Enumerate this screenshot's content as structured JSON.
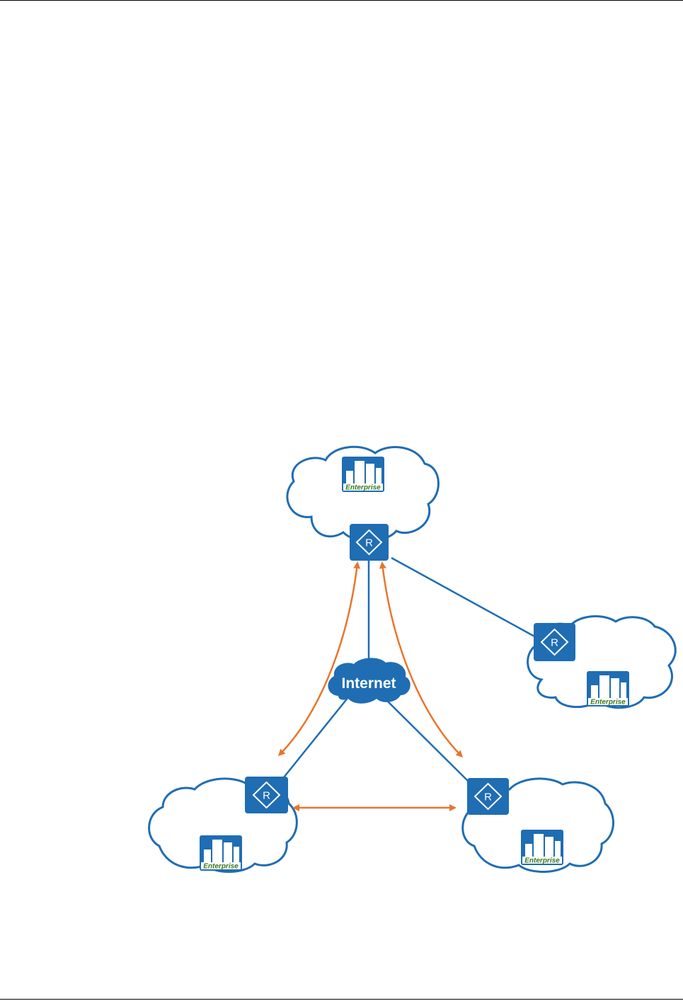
{
  "diagram": {
    "internet_label": "Internet",
    "enterprise_label": "Enterprise",
    "router_letter": "R",
    "sites": [
      "top",
      "right",
      "bottom-left",
      "bottom-right"
    ]
  },
  "colors": {
    "link_blue": "#1f6db3",
    "cloud_outline": "#1f6db3",
    "arrow_orange": "#e8762c",
    "router_fill": "#1f6db3",
    "internet_fill": "#1f6db3",
    "enterprise_text": "#3a7a1a"
  },
  "icons": {
    "router": "router-icon",
    "enterprise": "enterprise-building-icon",
    "internet": "internet-cloud-icon",
    "site_cloud": "site-cloud-icon"
  }
}
